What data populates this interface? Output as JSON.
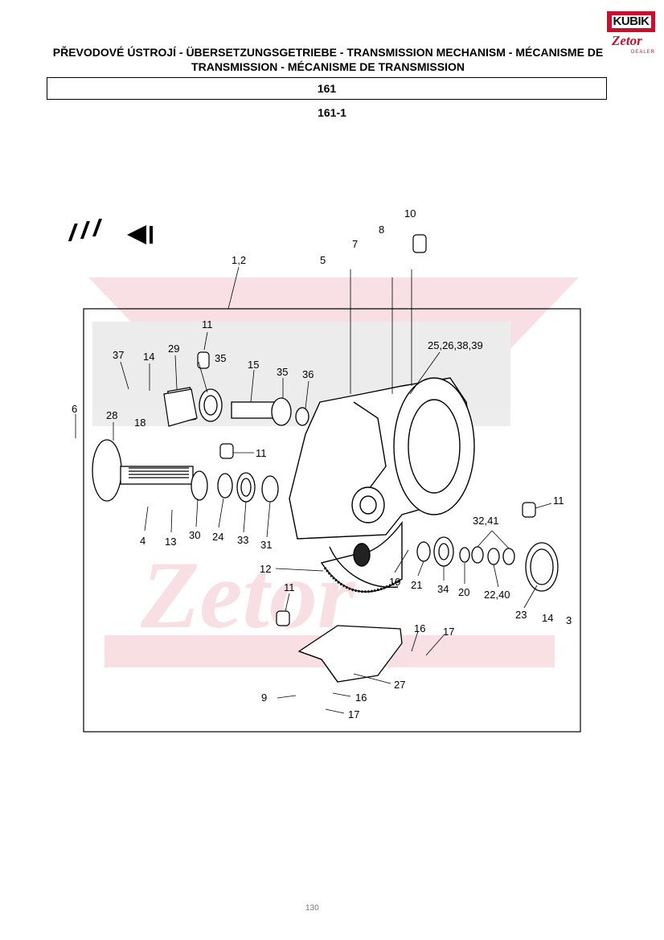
{
  "header": {
    "title": "PŘEVODOVÉ ÚSTROJÍ - ÜBERSETZUNGSGETRIEBE - TRANSMISSION MECHANISM - MÉCANISME DE TRANSMISSION - MÉCANISME DE TRANSMISSION",
    "section": "161",
    "figure": "161-1"
  },
  "logo": {
    "brand": "KUBIK",
    "maker": "Zetor",
    "tag": "DEALER",
    "color": "#c8102e"
  },
  "callouts": {
    "c1_2": "1,2",
    "c3": "3",
    "c4": "4",
    "c5": "5",
    "c6": "6",
    "c7": "7",
    "c8": "8",
    "c9": "9",
    "c10": "10",
    "c11a": "11",
    "c11b": "11",
    "c11c": "11",
    "c11d": "11",
    "c12": "12",
    "c13": "13",
    "c14a": "14",
    "c14b": "14",
    "c15": "15",
    "c16a": "16",
    "c16b": "16",
    "c17a": "17",
    "c17b": "17",
    "c18": "18",
    "c19": "19",
    "c20": "20",
    "c21": "21",
    "c22_40": "22,40",
    "c23": "23",
    "c24": "24",
    "c25": "25,26,38,39",
    "c27": "27",
    "c28": "28",
    "c29": "29",
    "c30": "30",
    "c31": "31",
    "c32_41": "32,41",
    "c33": "33",
    "c34": "34",
    "c35a": "35",
    "c35b": "35",
    "c36": "36",
    "c37": "37"
  },
  "footer": {
    "page": "130"
  }
}
